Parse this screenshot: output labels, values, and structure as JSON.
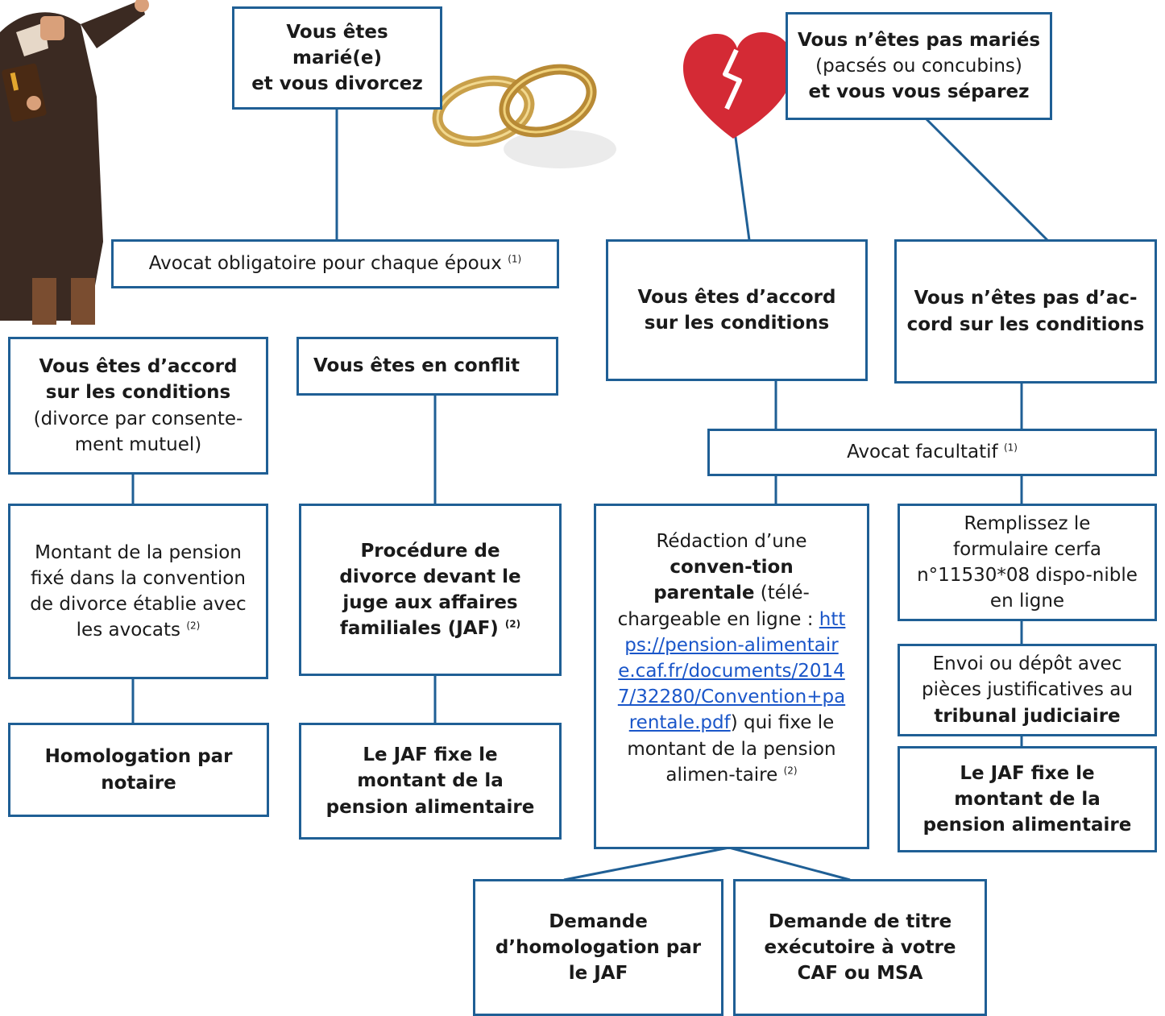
{
  "married": {
    "head": {
      "l1": "Vous êtes marié(e)",
      "l2": "et vous divorcez"
    },
    "lawyer": {
      "text": "Avocat obligatoire pour chaque époux",
      "note": "(1)"
    },
    "agree": {
      "l1": "Vous êtes d’accord",
      "l2": "sur les conditions",
      "l3": "(divorce par consente-",
      "l4": "ment mutuel)"
    },
    "conflict": {
      "text": "Vous êtes en conflit"
    },
    "amount": {
      "text": "Montant de la pension fixé dans la convention de divorce établie avec les avocats",
      "note": "(2)"
    },
    "procedure": {
      "text": "Procédure de divorce devant le juge aux affaires familiales (JAF)",
      "note": "(2)"
    },
    "notary": {
      "text": "Homologation par notaire"
    },
    "jaf": {
      "text": "Le JAF fixe le montant de la pension alimentaire"
    }
  },
  "unmarried": {
    "head": {
      "l1": "Vous n’êtes pas mariés",
      "l2": "(pacsés ou concubins)",
      "l3": "et vous vous séparez"
    },
    "agree": {
      "text": "Vous êtes d’accord sur les conditions"
    },
    "disagree": {
      "l1": "Vous n’êtes pas d’ac-",
      "l2": "cord sur les conditions"
    },
    "lawyer": {
      "text": "Avocat facultatif",
      "note": "(1)"
    },
    "convention": {
      "p1": "Rédaction d’une ",
      "p2": "conven-tion parentale",
      "p3": " (télé-chargeable en ligne : ",
      "url": "https://pension-alimentaire.caf.fr/documents/20147/32280/Convention+parentale.pdf",
      "p4": ") qui fixe le montant de la pension alimen-taire",
      "note": "(2)"
    },
    "form": {
      "text": "Remplissez le formulaire cerfa n°11530*08 dispo-nible en ligne"
    },
    "send": {
      "p1": "Envoi ou dépôt avec pièces justificatives au",
      "p2": "tribunal judiciaire"
    },
    "jaf": {
      "text": "Le JAF fixe le montant de la pension alimentaire"
    },
    "homologation": {
      "text": "Demande d’homologation par le JAF"
    },
    "titre": {
      "text": "Demande de titre exécutoire à votre CAF ou MSA"
    }
  },
  "colors": {
    "line": "#1f5f95",
    "heart": "#d42a35",
    "ring": "#c9a04a",
    "robe": "#3b2a22"
  },
  "icons": {
    "lawyer": "lawyer-figure-icon",
    "rings": "wedding-rings-icon",
    "heart": "broken-heart-icon"
  }
}
